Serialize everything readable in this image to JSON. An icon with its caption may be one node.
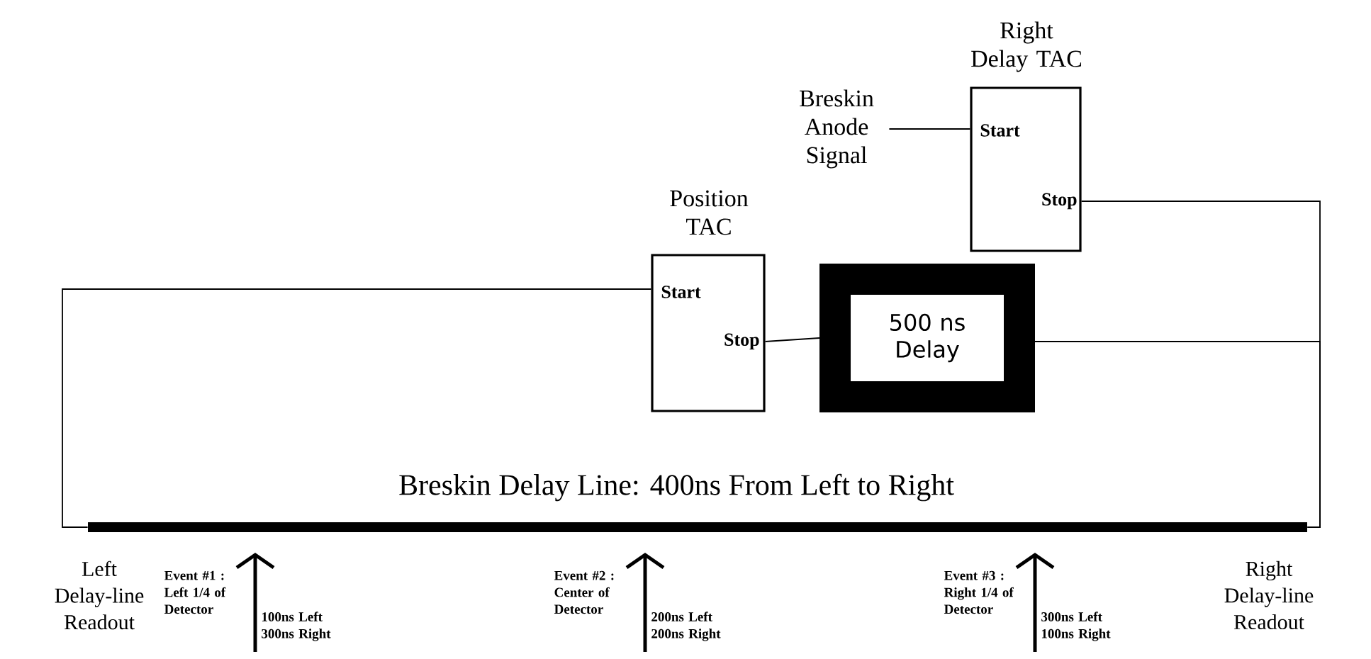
{
  "diagram": {
    "nodes": [
      {
        "text": [
          "Position TAC",
          "Start",
          "Stop"
        ]
      },
      {
        "text": [
          "Right Delay TAC",
          "Start",
          "Stop"
        ]
      },
      {
        "text": [
          "500 ns Delay"
        ]
      },
      {
        "text": [
          "Breskin Anode Signal"
        ]
      },
      {
        "text": [
          "Breskin  Delay Line:  400ns From Left to Right"
        ]
      }
    ],
    "edges": [
      {
        "from": 3,
        "to": 1,
        "arrow": "none"
      },
      {
        "from": 4,
        "to": 0,
        "arrow": "none"
      },
      {
        "from": 2,
        "to": 0,
        "arrow": "none"
      },
      {
        "from": 4,
        "to": 2,
        "arrow": "none"
      },
      {
        "from": 4,
        "to": 1,
        "arrow": "none"
      }
    ],
    "labels": [
      "Left Delay-line Readout",
      "Event #1 : Left 1/4 of Detector",
      "100ns Left 300ns Right",
      "Event #2 : Center of Detector",
      "200ns Left 200ns Right",
      "Event #3 : Right 1/4 of Detector",
      "300ns Left 100ns Right",
      "Right Delay-line Readout"
    ]
  }
}
